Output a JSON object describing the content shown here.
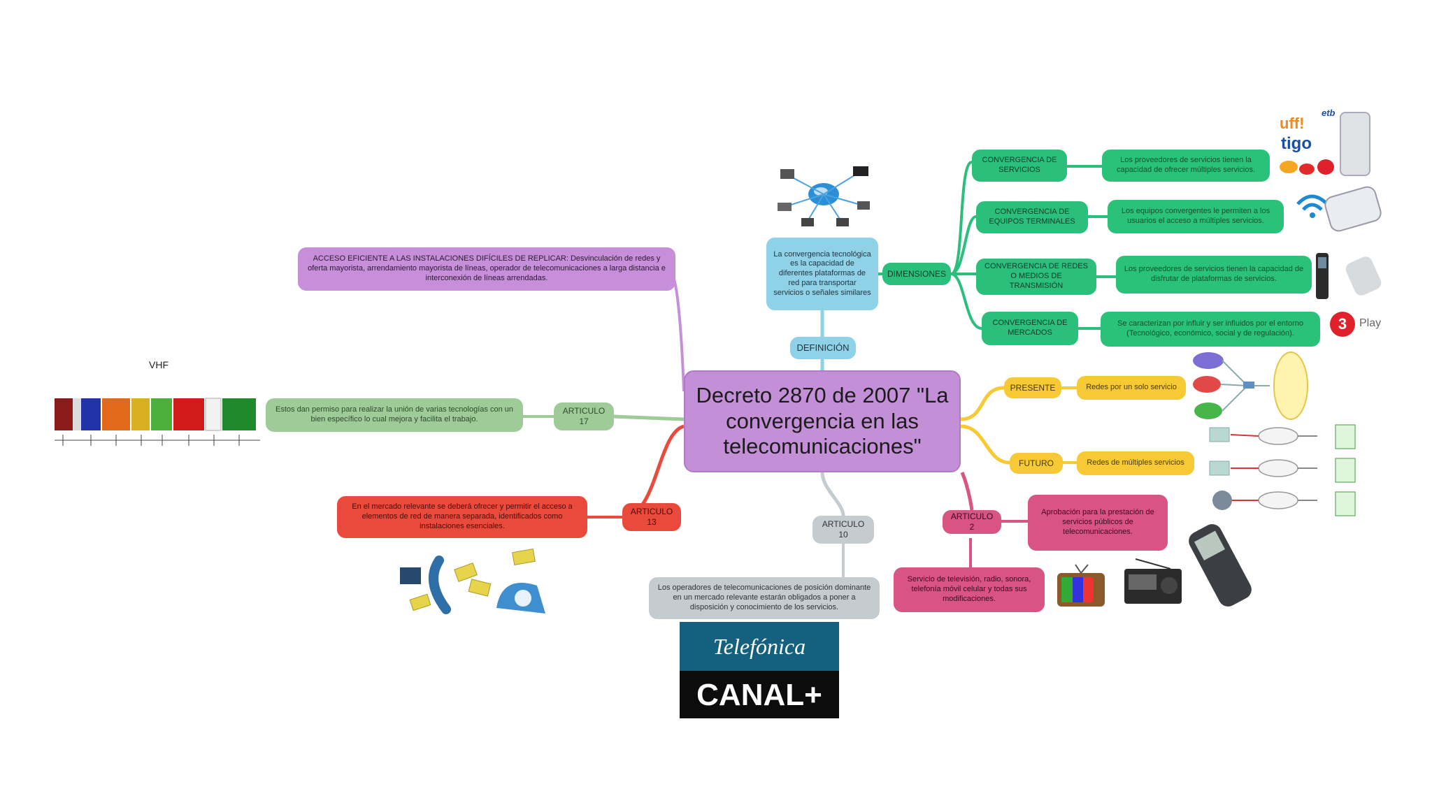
{
  "central": {
    "title": "Decreto 2870 de 2007 \"La convergencia en las telecomunicaciones\""
  },
  "definicion": {
    "label": "DEFINICIÓN",
    "text": "La convergencia tecnológica es la capacidad de diferentes plataformas de red para transportar servicios o señales similares"
  },
  "dimensiones": {
    "label": "DIMENSIONES",
    "items": [
      {
        "label": "CONVERGENCIA DE SERVICIOS",
        "text": "Los proveedores de servicios tienen la capacidad de ofrecer múltiples servicios."
      },
      {
        "label": "CONVERGENCIA DE EQUIPOS TERMINALES",
        "text": "Los equipos convergentes le permiten a los usuarios el acceso a múltiples servicios."
      },
      {
        "label": "CONVERGENCIA DE REDES O MEDIOS DE TRANSMISIÓN",
        "text": "Los proveedores de servicios tienen la capacidad de disfrutar de plataformas de servicios."
      },
      {
        "label": "CONVERGENCIA DE MERCADOS",
        "text": "Se caracterizan por influir y ser influidos por el entorno (Tecnológico, económico, social y de regulación)."
      }
    ]
  },
  "presente": {
    "label": "PRESENTE",
    "text": "Redes por un solo servicio"
  },
  "futuro": {
    "label": "FUTURO",
    "text": "Redes de múltiples servicios"
  },
  "articulo2": {
    "label": "ARTICULO 2",
    "text1": "Aprobación para la prestación de servicios públicos de telecomunicaciones.",
    "text2": "Servicio de televisión, radio, sonora, telefonía móvil celular y todas sus modificaciones."
  },
  "articulo10": {
    "label": "ARTICULO 10",
    "text": "Los operadores de telecomunicaciones de posición dominante en un mercado relevante estarán obligados a poner a disposición y conocimiento de los servicios."
  },
  "articulo13": {
    "label": "ARTICULO 13",
    "text": "En el mercado relevante se deberá ofrecer y permitir el acceso a elementos de red de manera separada, identificados como instalaciones esenciales."
  },
  "articulo17": {
    "label": "ARTICULO 17",
    "text": "Estos dan permiso para realizar la unión de varias tecnologías con un bien específico lo cual mejora y facilita el trabajo."
  },
  "acceso": {
    "text": "ACCESO EFICIENTE A LAS INSTALACIONES DIFÍCILES DE REPLICAR: Desvinculación de redes y oferta mayorista, arrendamiento mayorista de líneas, operador de telecomunicaciones a larga distancia e interconexión de líneas arrendadas."
  },
  "images": {
    "vhf_title": "VHF",
    "telefonica": "Telefónica",
    "canal": "CANAL+",
    "play": "Play",
    "play_num": "3",
    "uff": "uff!",
    "tigo": "tigo",
    "etb": "etb"
  },
  "colors": {
    "purple": "#c78fd9",
    "teal": "#8fd1e6",
    "green": "#2bbf7c",
    "sage": "#9ecb98",
    "red": "#ea4a3b",
    "gray": "#c5ccd0",
    "yellow": "#f7c934",
    "pink": "#d95383"
  }
}
